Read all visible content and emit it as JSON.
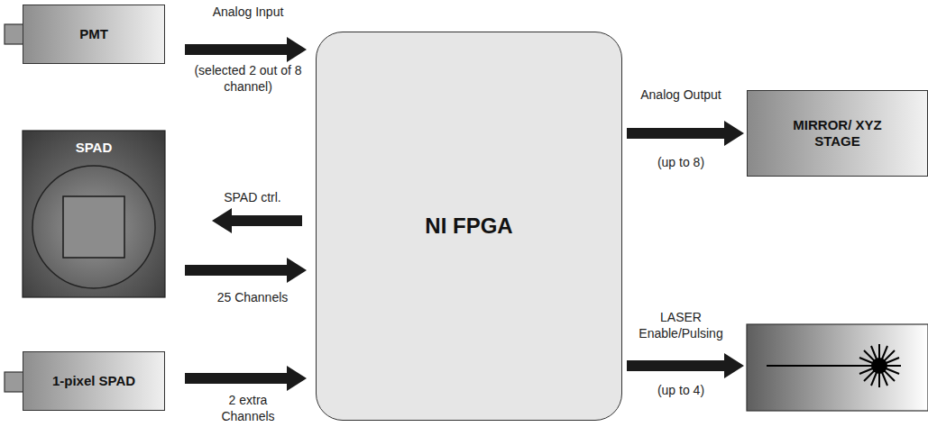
{
  "diagram": {
    "nodes": [
      {
        "text": [
          "PMT"
        ]
      },
      {
        "text": [
          "SPAD"
        ]
      },
      {
        "text": [
          "1-pixel SPAD"
        ]
      },
      {
        "text": [
          "NI FPGA"
        ]
      },
      {
        "text": [
          "MIRROR/ XYZ STAGE"
        ]
      }
    ],
    "edges": [
      {
        "from": 0,
        "to": 3,
        "arrow": "to"
      },
      {
        "from": 3,
        "to": 1,
        "arrow": "to"
      },
      {
        "from": 1,
        "to": 3,
        "arrow": "to"
      },
      {
        "from": 2,
        "to": 3,
        "arrow": "to"
      },
      {
        "from": 3,
        "to": 4,
        "arrow": "to"
      }
    ],
    "labels": [
      "Analog Input",
      "(selected 2 out of 8 channel)",
      "SPAD ctrl.",
      "25 Channels",
      "2 extra Channels",
      "Analog Output",
      "(up to 8)",
      "LASER Enable/Pulsing",
      "(up to 4)"
    ]
  }
}
